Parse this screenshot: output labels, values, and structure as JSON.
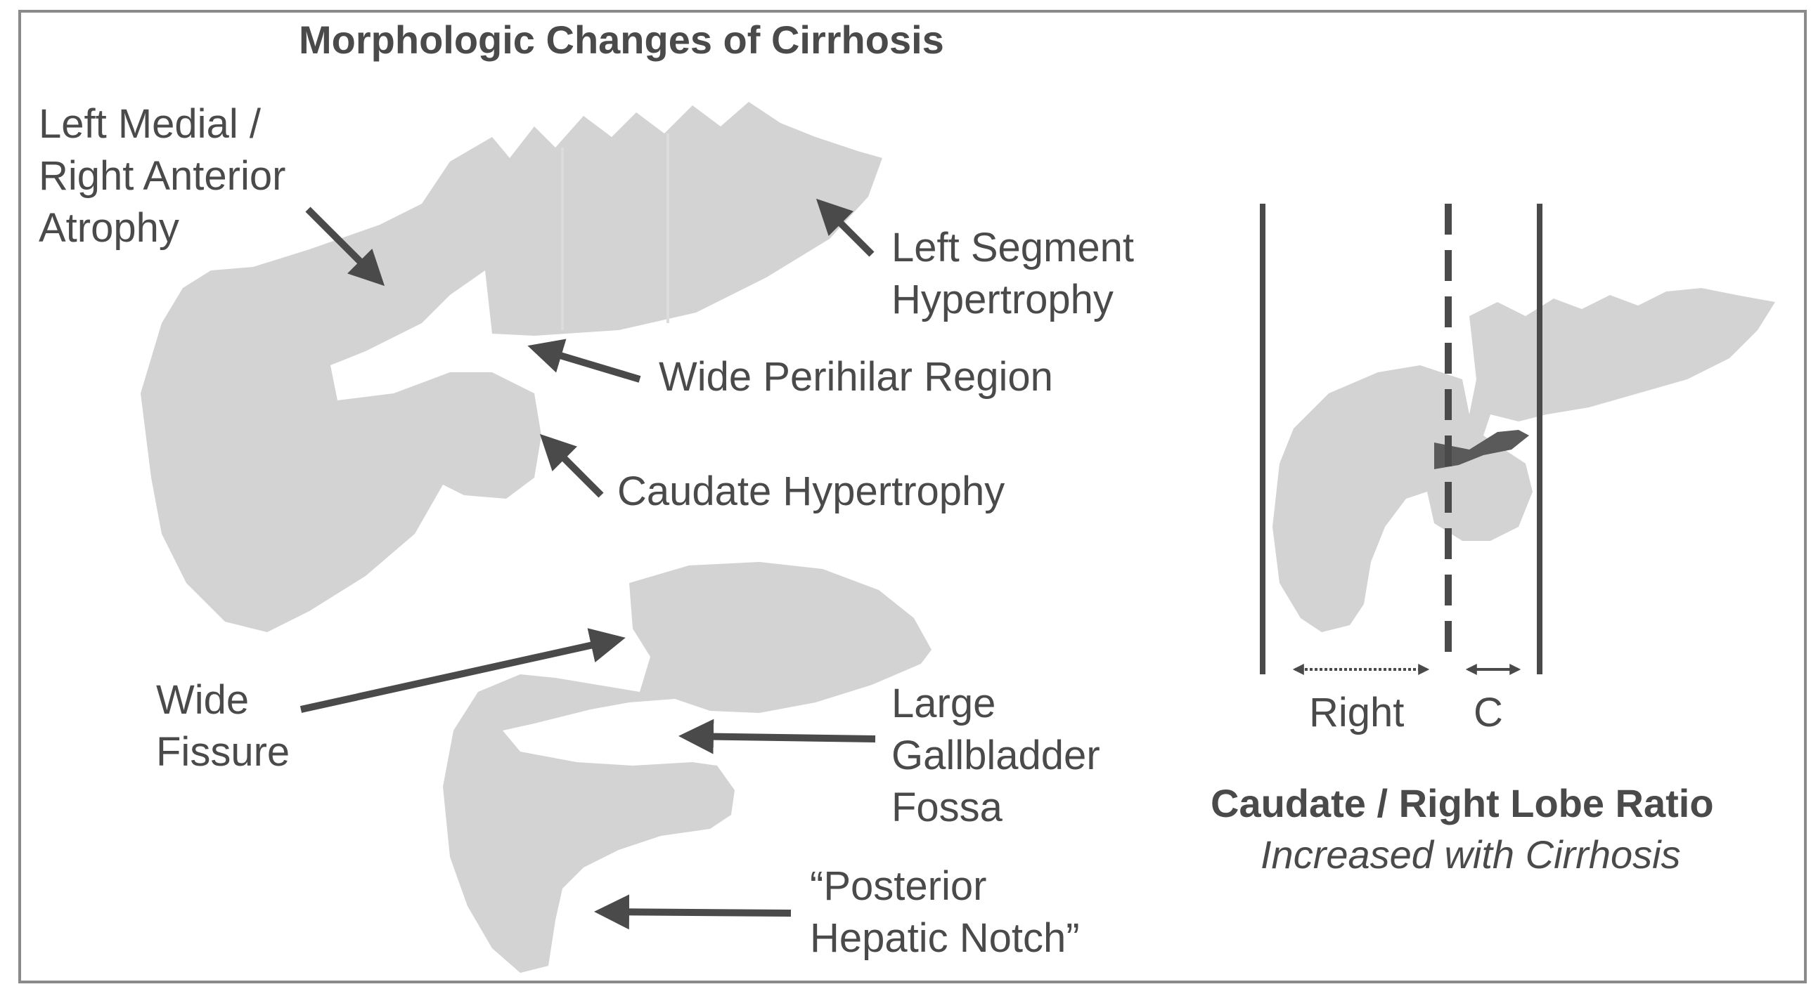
{
  "title": "Morphologic Changes of Cirrhosis",
  "labels": {
    "left_medial": [
      "Left Medial /",
      "Right Anterior",
      "Atrophy"
    ],
    "left_segment": [
      "Left Segment",
      "Hypertrophy"
    ],
    "wide_perihilar": "Wide Perihilar Region",
    "caudate_hypertrophy": "Caudate Hypertrophy",
    "wide_fissure": [
      "Wide",
      "Fissure"
    ],
    "gallbladder": [
      "Large",
      "Gallbladder",
      "Fossa"
    ],
    "posterior_notch": [
      "“Posterior",
      "Hepatic Notch”"
    ]
  },
  "ratio": {
    "right_label": "Right",
    "caudate_label": "C",
    "title": "Caudate / Right Lobe Ratio",
    "subtitle": "Increased with Cirrhosis"
  },
  "colors": {
    "liver": "#d3d3d3",
    "ink": "#4a4a4a",
    "border": "#8a8a8a"
  }
}
